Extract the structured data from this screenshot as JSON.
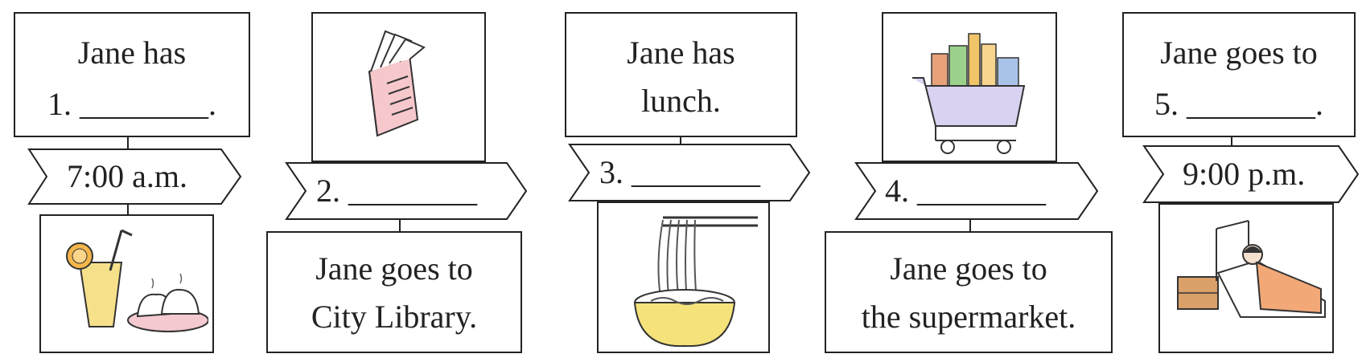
{
  "items": [
    {
      "line1": "Jane has",
      "line2": "1. ________."
    },
    {
      "label": "2. ________"
    },
    {
      "line1": "Jane has",
      "line2": "lunch."
    },
    {
      "label": "4. ________"
    },
    {
      "line1": "Jane goes to",
      "line2": "5. ________."
    }
  ],
  "times": [
    "7:00 a.m.",
    "3. ________",
    "9:00 p.m."
  ],
  "bottom": [
    {
      "line1": "Jane goes to",
      "line2": "City Library."
    },
    {
      "line1": "Jane goes to",
      "line2": "the supermarket."
    }
  ],
  "icons": [
    "juice-and-buns-icon",
    "book-icon",
    "noodles-bowl-icon",
    "shopping-cart-icon",
    "bed-sleeping-icon"
  ]
}
